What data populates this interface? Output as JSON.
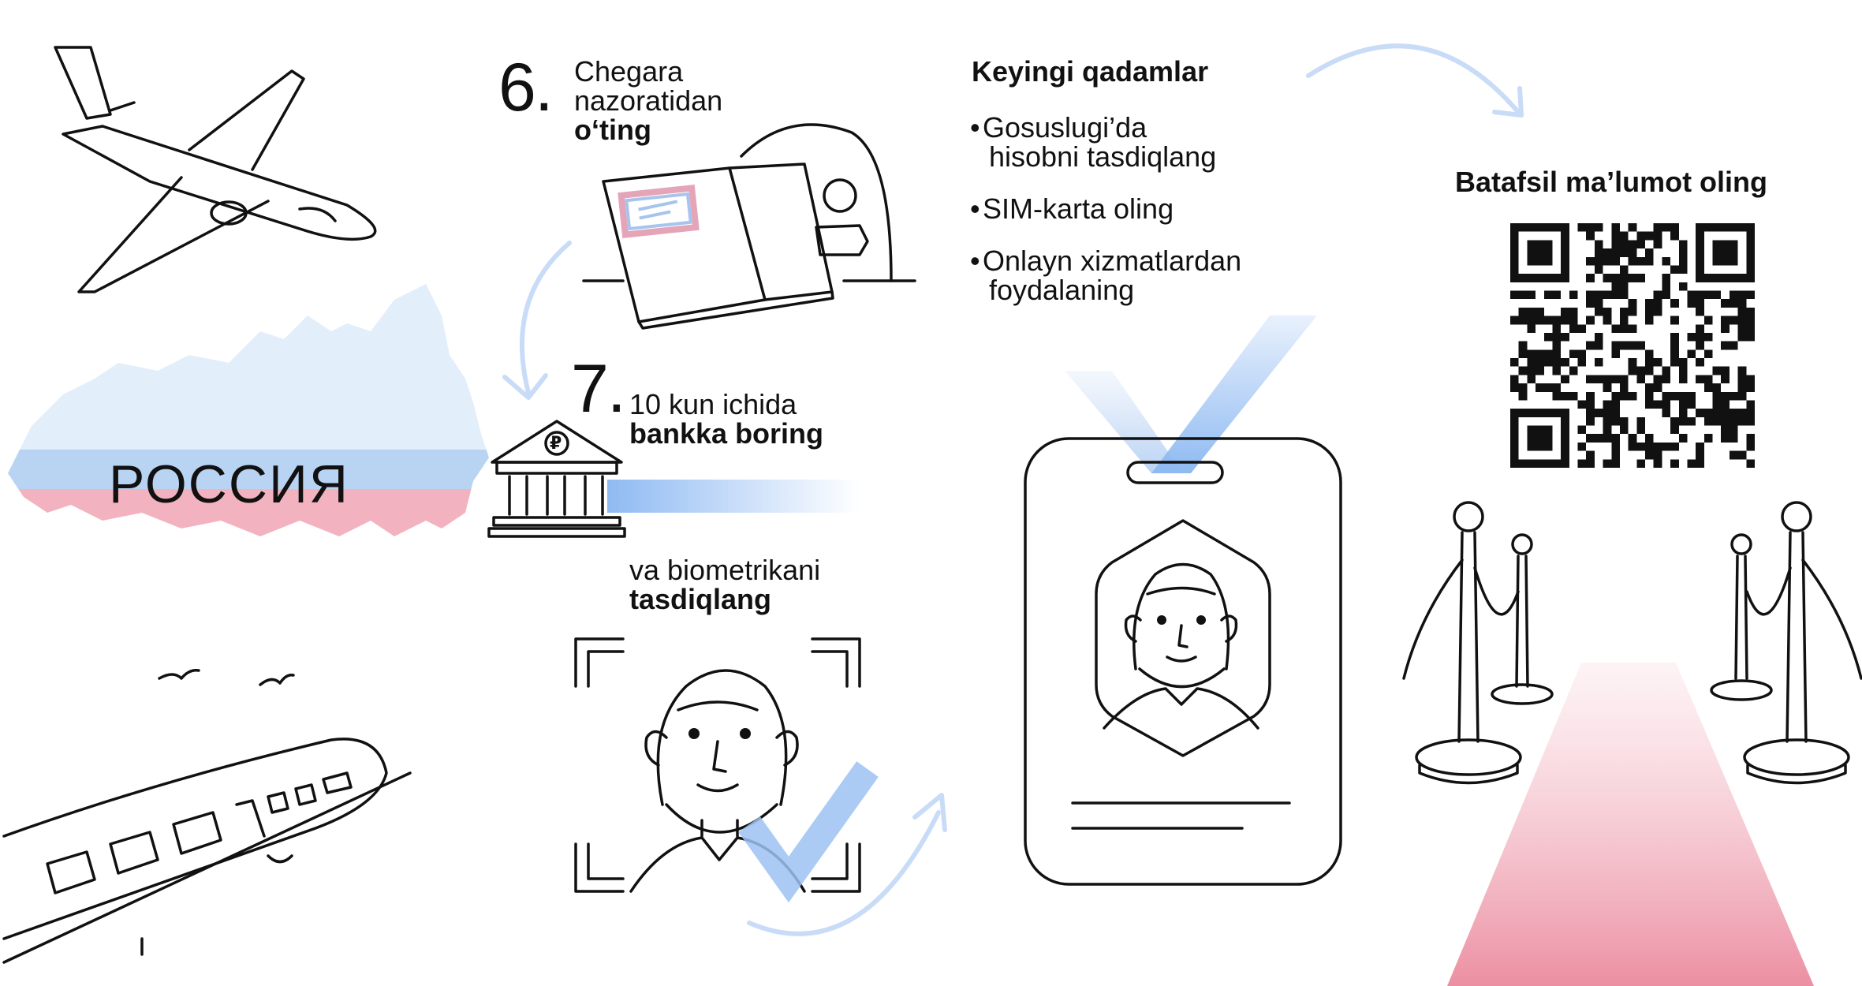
{
  "map_label": "РОССИЯ",
  "step6": {
    "number": "6.",
    "line1": "Chegara",
    "line2": "nazoratidan",
    "line3": "o‘ting"
  },
  "step7": {
    "number": "7.",
    "line1": "10 kun ichida",
    "line2": "bankka boring"
  },
  "biometrics": {
    "line1": "va biometrikani",
    "line2": "tasdiqlang"
  },
  "next_steps": {
    "title": "Keyingi qadamlar",
    "items": [
      {
        "line1": "Gosuslugi’da",
        "line2": "hisobni tasdiqlang"
      },
      {
        "line1": "SIM-karta oling",
        "line2": ""
      },
      {
        "line1": "Onlayn xizmatlardan",
        "line2": "foydalaning"
      }
    ]
  },
  "qr_title": "Batafsil ma’lumot oling",
  "bank_symbol": "₽",
  "colors": {
    "light_blue": "#c9dcf7",
    "blue": "#7fb2f0",
    "pink": "#ec8fa2",
    "ink": "#111111"
  }
}
